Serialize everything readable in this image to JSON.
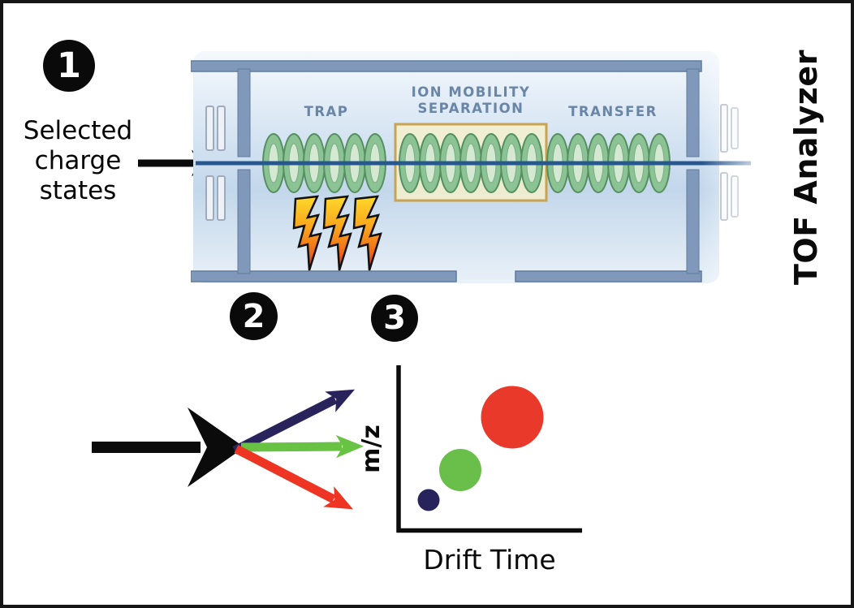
{
  "figure": {
    "steps": [
      {
        "number": "1",
        "caption": "Selected\ncharge\nstates"
      },
      {
        "number": "2"
      },
      {
        "number": "3"
      }
    ],
    "tof_analyzer_label": "TOF Analyzer"
  },
  "instrument": {
    "section_labels": {
      "trap": "TRAP",
      "ims_line1": "ION MOBILITY",
      "ims_line2": "SEPARATION",
      "transfer": "TRANSFER"
    },
    "colors": {
      "frame": "#8099ba",
      "frame_edge": "#5f7a9d",
      "interior_top": "#f5f9fd",
      "interior_bottom": "#bfd4e9",
      "coil_ring": "#8cc394",
      "coil_ring_edge": "#569062",
      "beam": "#27578f",
      "ims_box_fill": "#f8f1cb",
      "ims_box_border": "#c7a352",
      "label_text": "#6a86a6"
    }
  },
  "fragmentation": {
    "arrow_colors": [
      "#29235c",
      "#68c244",
      "#ee3524"
    ]
  },
  "plot": {
    "ylabel": "m/z",
    "xlabel": "Drift Time",
    "bubbles": [
      {
        "color": "#29235c",
        "relative_size": "small",
        "position": "low m/z, short drift time"
      },
      {
        "color": "#6abf4b",
        "relative_size": "medium",
        "position": "mid m/z, mid drift time"
      },
      {
        "color": "#e8392b",
        "relative_size": "large",
        "position": "high m/z, long drift time"
      }
    ]
  }
}
